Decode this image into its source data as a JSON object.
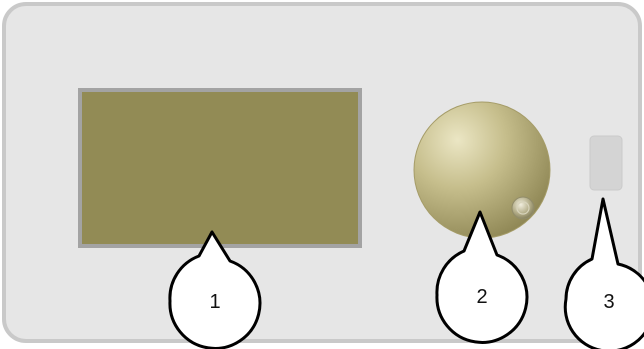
{
  "device": {
    "panel_color": "#e6e6e6",
    "panel_border_color": "#c9c9c9",
    "display_color": "#928b55",
    "display_border_color": "#a3a3a3",
    "knob_color": "#b6ad7a",
    "knob_highlight_color": "#e2dcb6",
    "indicator_color": "#d5d5d5"
  },
  "callouts": [
    {
      "label": "1",
      "target": "display-screen"
    },
    {
      "label": "2",
      "target": "rotary-knob"
    },
    {
      "label": "3",
      "target": "side-button"
    }
  ]
}
